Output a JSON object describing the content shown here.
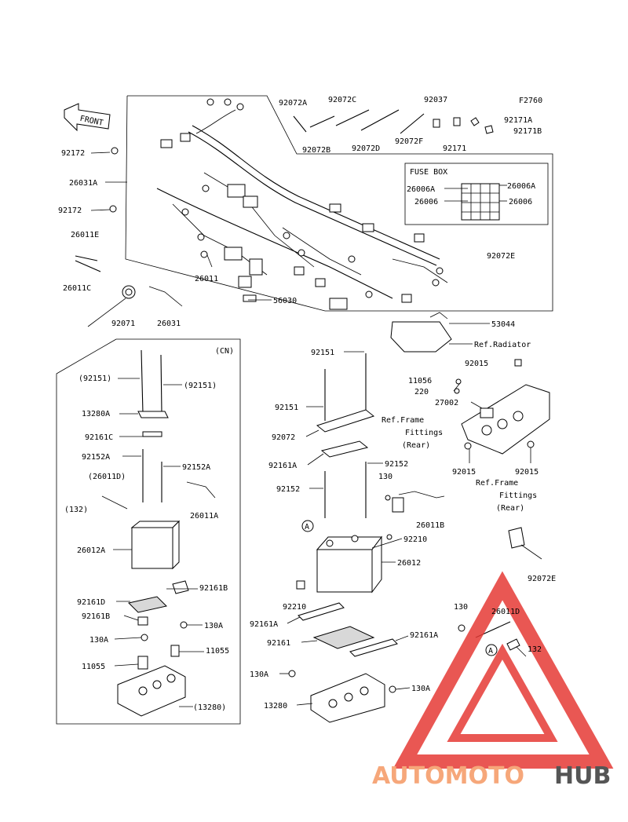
{
  "figure_code": "F2760",
  "front_arrow": "FRONT",
  "fuse_box": {
    "title": "FUSE BOX",
    "labels": [
      "26006A",
      "26006A",
      "26006",
      "26006"
    ]
  },
  "callouts_top": [
    "92072A",
    "92072C",
    "92037",
    "92072B",
    "92072D",
    "92072F",
    "92171",
    "92171A",
    "92171B"
  ],
  "callouts_harness": [
    "92172",
    "26031A",
    "92172",
    "26011E",
    "26011C",
    "92071",
    "26031",
    "26011",
    "56030",
    "53044",
    "Ref.Radiator",
    "92072E"
  ],
  "callouts_left": [
    "(CN)",
    "(92151)",
    "(92151)",
    "13280A",
    "92161C",
    "92152A",
    "92152A",
    "(26011D)",
    "(132)",
    "26011A",
    "26012A",
    "92161D",
    "92161B",
    "92161B",
    "130A",
    "130A",
    "11055",
    "11055",
    "(13280)"
  ],
  "callouts_center": [
    "92151",
    "92151",
    "92072",
    "Ref.Frame",
    "Fittings",
    "(Rear)",
    "92161A",
    "92152",
    "92152",
    "130",
    "26011B",
    "92210",
    "26012",
    "92210",
    "92161A",
    "92161",
    "92161A",
    "130A",
    "13280",
    "130A"
  ],
  "callouts_right": [
    "92015",
    "11056",
    "220",
    "27002",
    "92015",
    "92015",
    "Ref.Frame",
    "Fittings",
    "(Rear)",
    "92072E",
    "130",
    "26011D",
    "132"
  ],
  "ref_marker": "A",
  "watermark": {
    "brand_part1": "AUTOMOTO",
    "brand_part2": "HUB",
    "color_main": "#e53935",
    "color_light": "#f6a77a",
    "color_dark": "#555555"
  }
}
